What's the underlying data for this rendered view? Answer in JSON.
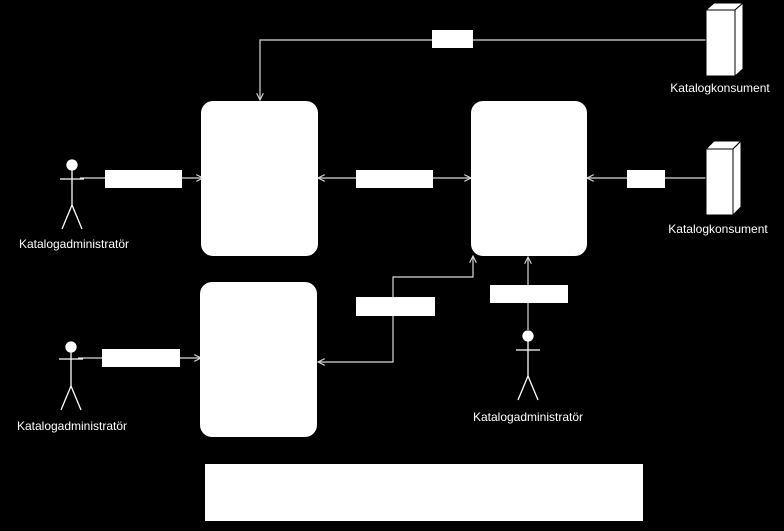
{
  "diagram": {
    "background": "#000000",
    "foreground": "#ffffff",
    "line_color": "#d9d9d9",
    "actors": {
      "admin_left_top": {
        "label": "Katalogadministratör",
        "icon": "stick-figure-actor"
      },
      "admin_left_bottom": {
        "label": "Katalogadministratör",
        "icon": "stick-figure-actor"
      },
      "admin_center_bottom": {
        "label": "Katalogadministratör",
        "icon": "stick-figure-actor"
      }
    },
    "consumers": {
      "consumer_top": {
        "label": "Katalogkonsument",
        "icon": "server-box"
      },
      "consumer_middle": {
        "label": "Katalogkonsument",
        "icon": "server-box"
      }
    }
  }
}
